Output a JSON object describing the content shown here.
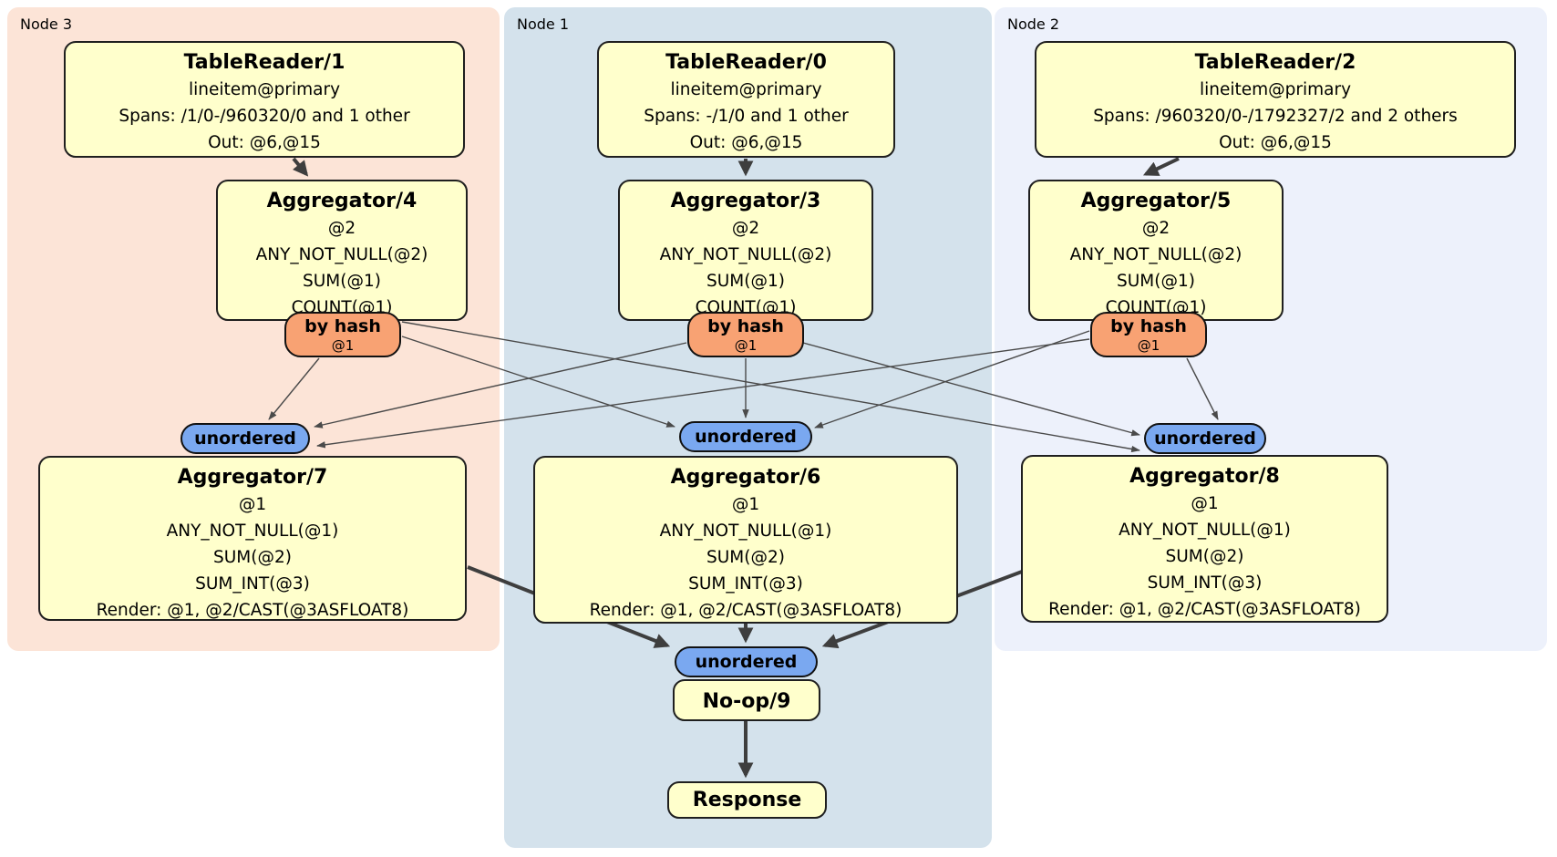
{
  "regions": [
    {
      "label": "Node 3"
    },
    {
      "label": "Node 1"
    },
    {
      "label": "Node 2"
    }
  ],
  "processors": {
    "tr1": {
      "title": "TableReader/1",
      "lines": [
        "lineitem@primary",
        "Spans: /1/0-/960320/0 and 1 other",
        "Out: @6,@15"
      ]
    },
    "tr0": {
      "title": "TableReader/0",
      "lines": [
        "lineitem@primary",
        "Spans: -/1/0 and 1 other",
        "Out: @6,@15"
      ]
    },
    "tr2": {
      "title": "TableReader/2",
      "lines": [
        "lineitem@primary",
        "Spans: /960320/0-/1792327/2 and 2 others",
        "Out: @6,@15"
      ]
    },
    "agg4": {
      "title": "Aggregator/4",
      "lines": [
        "@2",
        "ANY_NOT_NULL(@2)",
        "SUM(@1)",
        "COUNT(@1)"
      ]
    },
    "agg3": {
      "title": "Aggregator/3",
      "lines": [
        "@2",
        "ANY_NOT_NULL(@2)",
        "SUM(@1)",
        "COUNT(@1)"
      ]
    },
    "agg5": {
      "title": "Aggregator/5",
      "lines": [
        "@2",
        "ANY_NOT_NULL(@2)",
        "SUM(@1)",
        "COUNT(@1)"
      ]
    },
    "agg7": {
      "title": "Aggregator/7",
      "lines": [
        "@1",
        "ANY_NOT_NULL(@1)",
        "SUM(@2)",
        "SUM_INT(@3)",
        "Render: @1, @2/CAST(@3ASFLOAT8)"
      ]
    },
    "agg6": {
      "title": "Aggregator/6",
      "lines": [
        "@1",
        "ANY_NOT_NULL(@1)",
        "SUM(@2)",
        "SUM_INT(@3)",
        "Render: @1, @2/CAST(@3ASFLOAT8)"
      ]
    },
    "agg8": {
      "title": "Aggregator/8",
      "lines": [
        "@1",
        "ANY_NOT_NULL(@1)",
        "SUM(@2)",
        "SUM_INT(@3)",
        "Render: @1, @2/CAST(@3ASFLOAT8)"
      ]
    },
    "noop": {
      "title": "No-op/9"
    },
    "response": {
      "title": "Response"
    }
  },
  "routers": {
    "by_hash": {
      "label": "by hash",
      "detail": "@1"
    },
    "unordered": {
      "label": "unordered"
    }
  },
  "colors": {
    "node3_bg": "#fce4d7",
    "node1_bg": "#d4e2ec",
    "node2_bg": "#edf1fb",
    "box_fill": "#ffffcc",
    "router_fill": "#f8a273",
    "sync_fill": "#7aa8f0",
    "edge": "#454545"
  }
}
